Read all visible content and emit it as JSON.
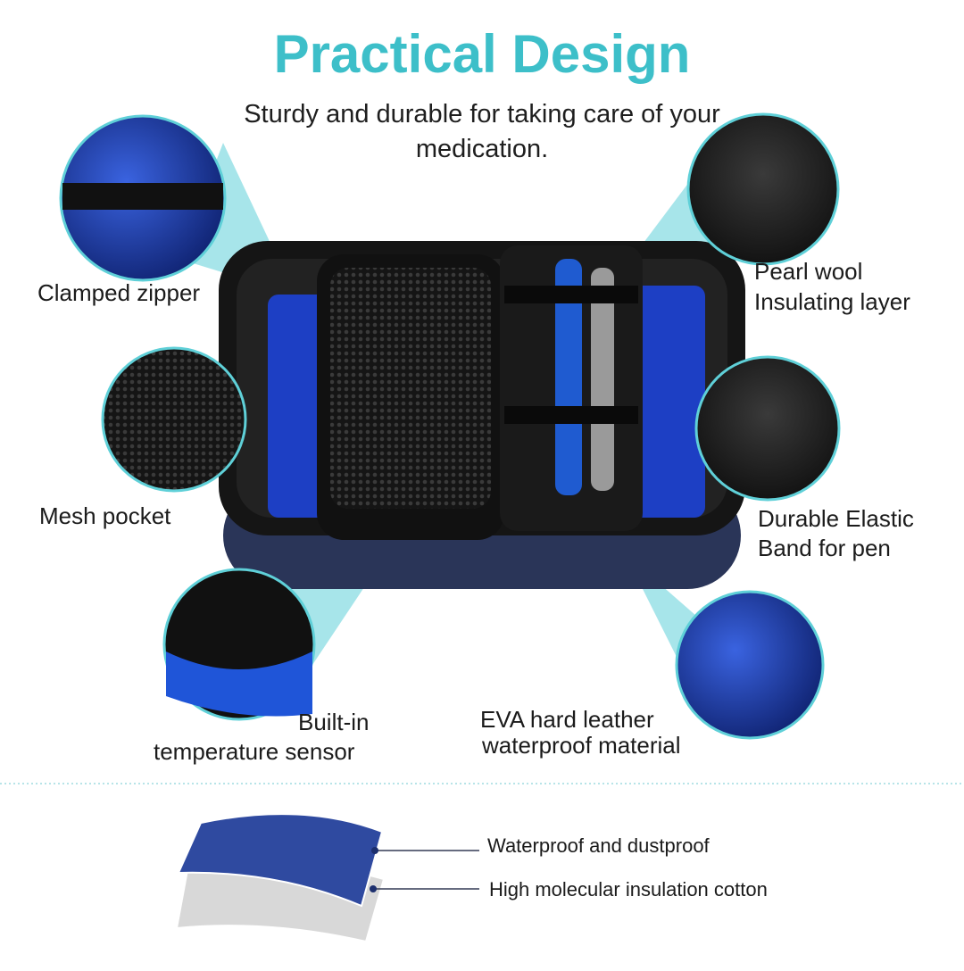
{
  "header": {
    "title": "Practical Design",
    "subtitle_line1": "Sturdy and durable for taking care of your",
    "subtitle_line2": "medication."
  },
  "features": {
    "clamped_zipper": "Clamped zipper",
    "pearl_wool_1": "Pearl wool",
    "pearl_wool_2": "Insulating layer",
    "mesh_pocket": "Mesh pocket",
    "elastic_1": "Durable Elastic",
    "elastic_2": "Band for pen",
    "sensor_1": "Built-in",
    "sensor_2": "temperature sensor",
    "eva_1": "EVA hard leather",
    "eva_2": "waterproof material"
  },
  "layers": {
    "top": "Waterproof and dustproof",
    "bottom": "High molecular insulation cotton"
  },
  "colors": {
    "accent": "#3dbfc9",
    "case_blue": "#1f3fae",
    "layer_blue": "#2f4aa0"
  }
}
